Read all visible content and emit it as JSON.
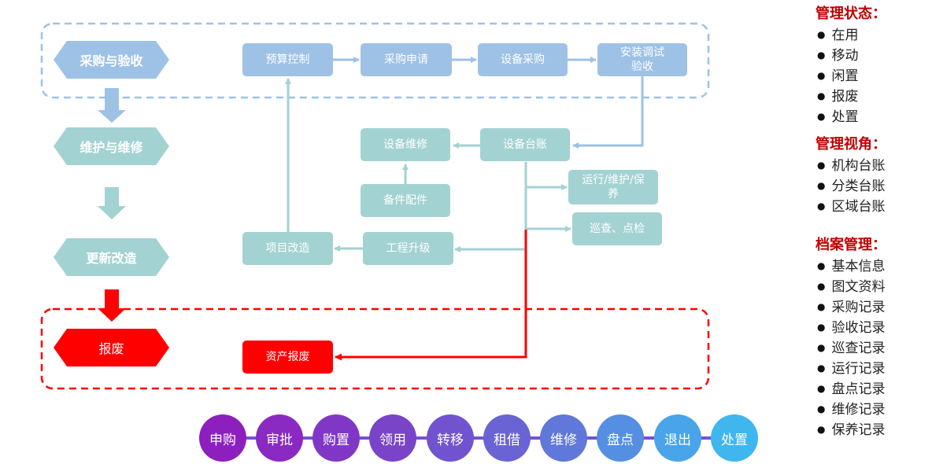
{
  "stages": {
    "procurement": "采购与验收",
    "maintenance": "维护与维修",
    "renovation": "更新改造",
    "scrap": "报废"
  },
  "boxes": {
    "budget": "预算控制",
    "purchase_request": "采购申请",
    "equipment_purchase": "设备采购",
    "install_line1": "安装调试",
    "install_line2": "验收",
    "ledger": "设备台账",
    "repair": "设备维修",
    "spare_parts": "备件配件",
    "operation_line1": "运行/维护/保",
    "operation_line2": "养",
    "inspection": "巡查、点检",
    "engineering_upgrade": "工程升级",
    "project_renovation": "项目改造",
    "asset_scrap": "资产报废"
  },
  "lifecycle": [
    "申购",
    "审批",
    "购置",
    "领用",
    "转移",
    "租借",
    "维修",
    "盘点",
    "退出",
    "处置"
  ],
  "lifecycle_colors": [
    "#8e1fbf",
    "#8a2ac2",
    "#8137c6",
    "#7a44c9",
    "#7253cf",
    "#6a63d4",
    "#5f78da",
    "#548fe2",
    "#4aa4e9",
    "#40b6ee"
  ],
  "panel": {
    "status_title": "管理状态：",
    "status_items": [
      "在用",
      "移动",
      "闲置",
      "报废",
      "处置"
    ],
    "view_title": "管理视角：",
    "view_items": [
      "机构台账",
      "分类台账",
      "区域台账"
    ],
    "archive_title": "档案管理：",
    "archive_items": [
      "基本信息",
      "图文资料",
      "采购记录",
      "验收记录",
      "巡查记录",
      "运行记录",
      "盘点记录",
      "维修记录",
      "保养记录"
    ]
  },
  "colors": {
    "blue": "#9ec2e6",
    "teal": "#a3d2d2",
    "red": "#ff0000",
    "title_red": "#c00000"
  }
}
